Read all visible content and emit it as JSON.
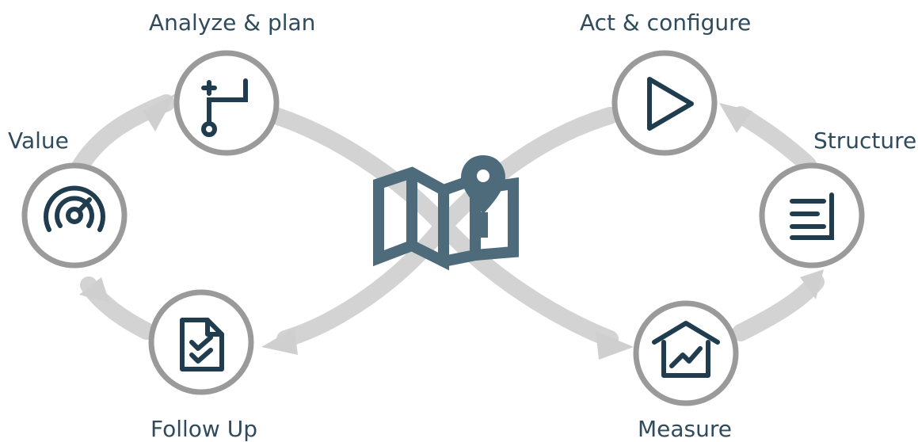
{
  "nodes": {
    "analyze_plan": {
      "label": "Analyze & plan",
      "icon": "branch-plus-icon"
    },
    "act_configure": {
      "label": "Act & configure",
      "icon": "play-icon"
    },
    "value": {
      "label": "Value",
      "icon": "gauge-icon"
    },
    "structure": {
      "label": "Structure",
      "icon": "text-lines-icon"
    },
    "follow_up": {
      "label": "Follow Up",
      "icon": "document-checklist-icon"
    },
    "measure": {
      "label": "Measure",
      "icon": "house-chart-icon"
    }
  },
  "center": {
    "icon": "map-pin-icon"
  },
  "colors": {
    "loop": "#d3d3d3",
    "circle_stroke": "#9a9a9a",
    "icon": "#1f3d4e",
    "map": "#4d6b7a",
    "label": "#2f4b5c"
  }
}
